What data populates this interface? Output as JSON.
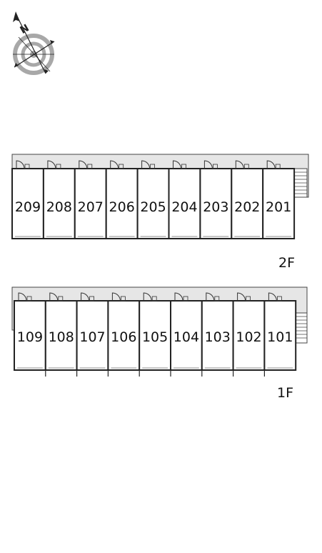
{
  "compass": {
    "letter": "N",
    "icon": "compass-rose-icon"
  },
  "floors": [
    {
      "label": "2F",
      "units": [
        "209",
        "208",
        "207",
        "206",
        "205",
        "204",
        "203",
        "202",
        "201"
      ]
    },
    {
      "label": "1F",
      "units": [
        "109",
        "108",
        "107",
        "106",
        "105",
        "104",
        "103",
        "102",
        "101"
      ]
    }
  ],
  "colors": {
    "corridor": "#e6e6e6",
    "wall": "#222222",
    "compass_ring": "#a8a8a8"
  }
}
